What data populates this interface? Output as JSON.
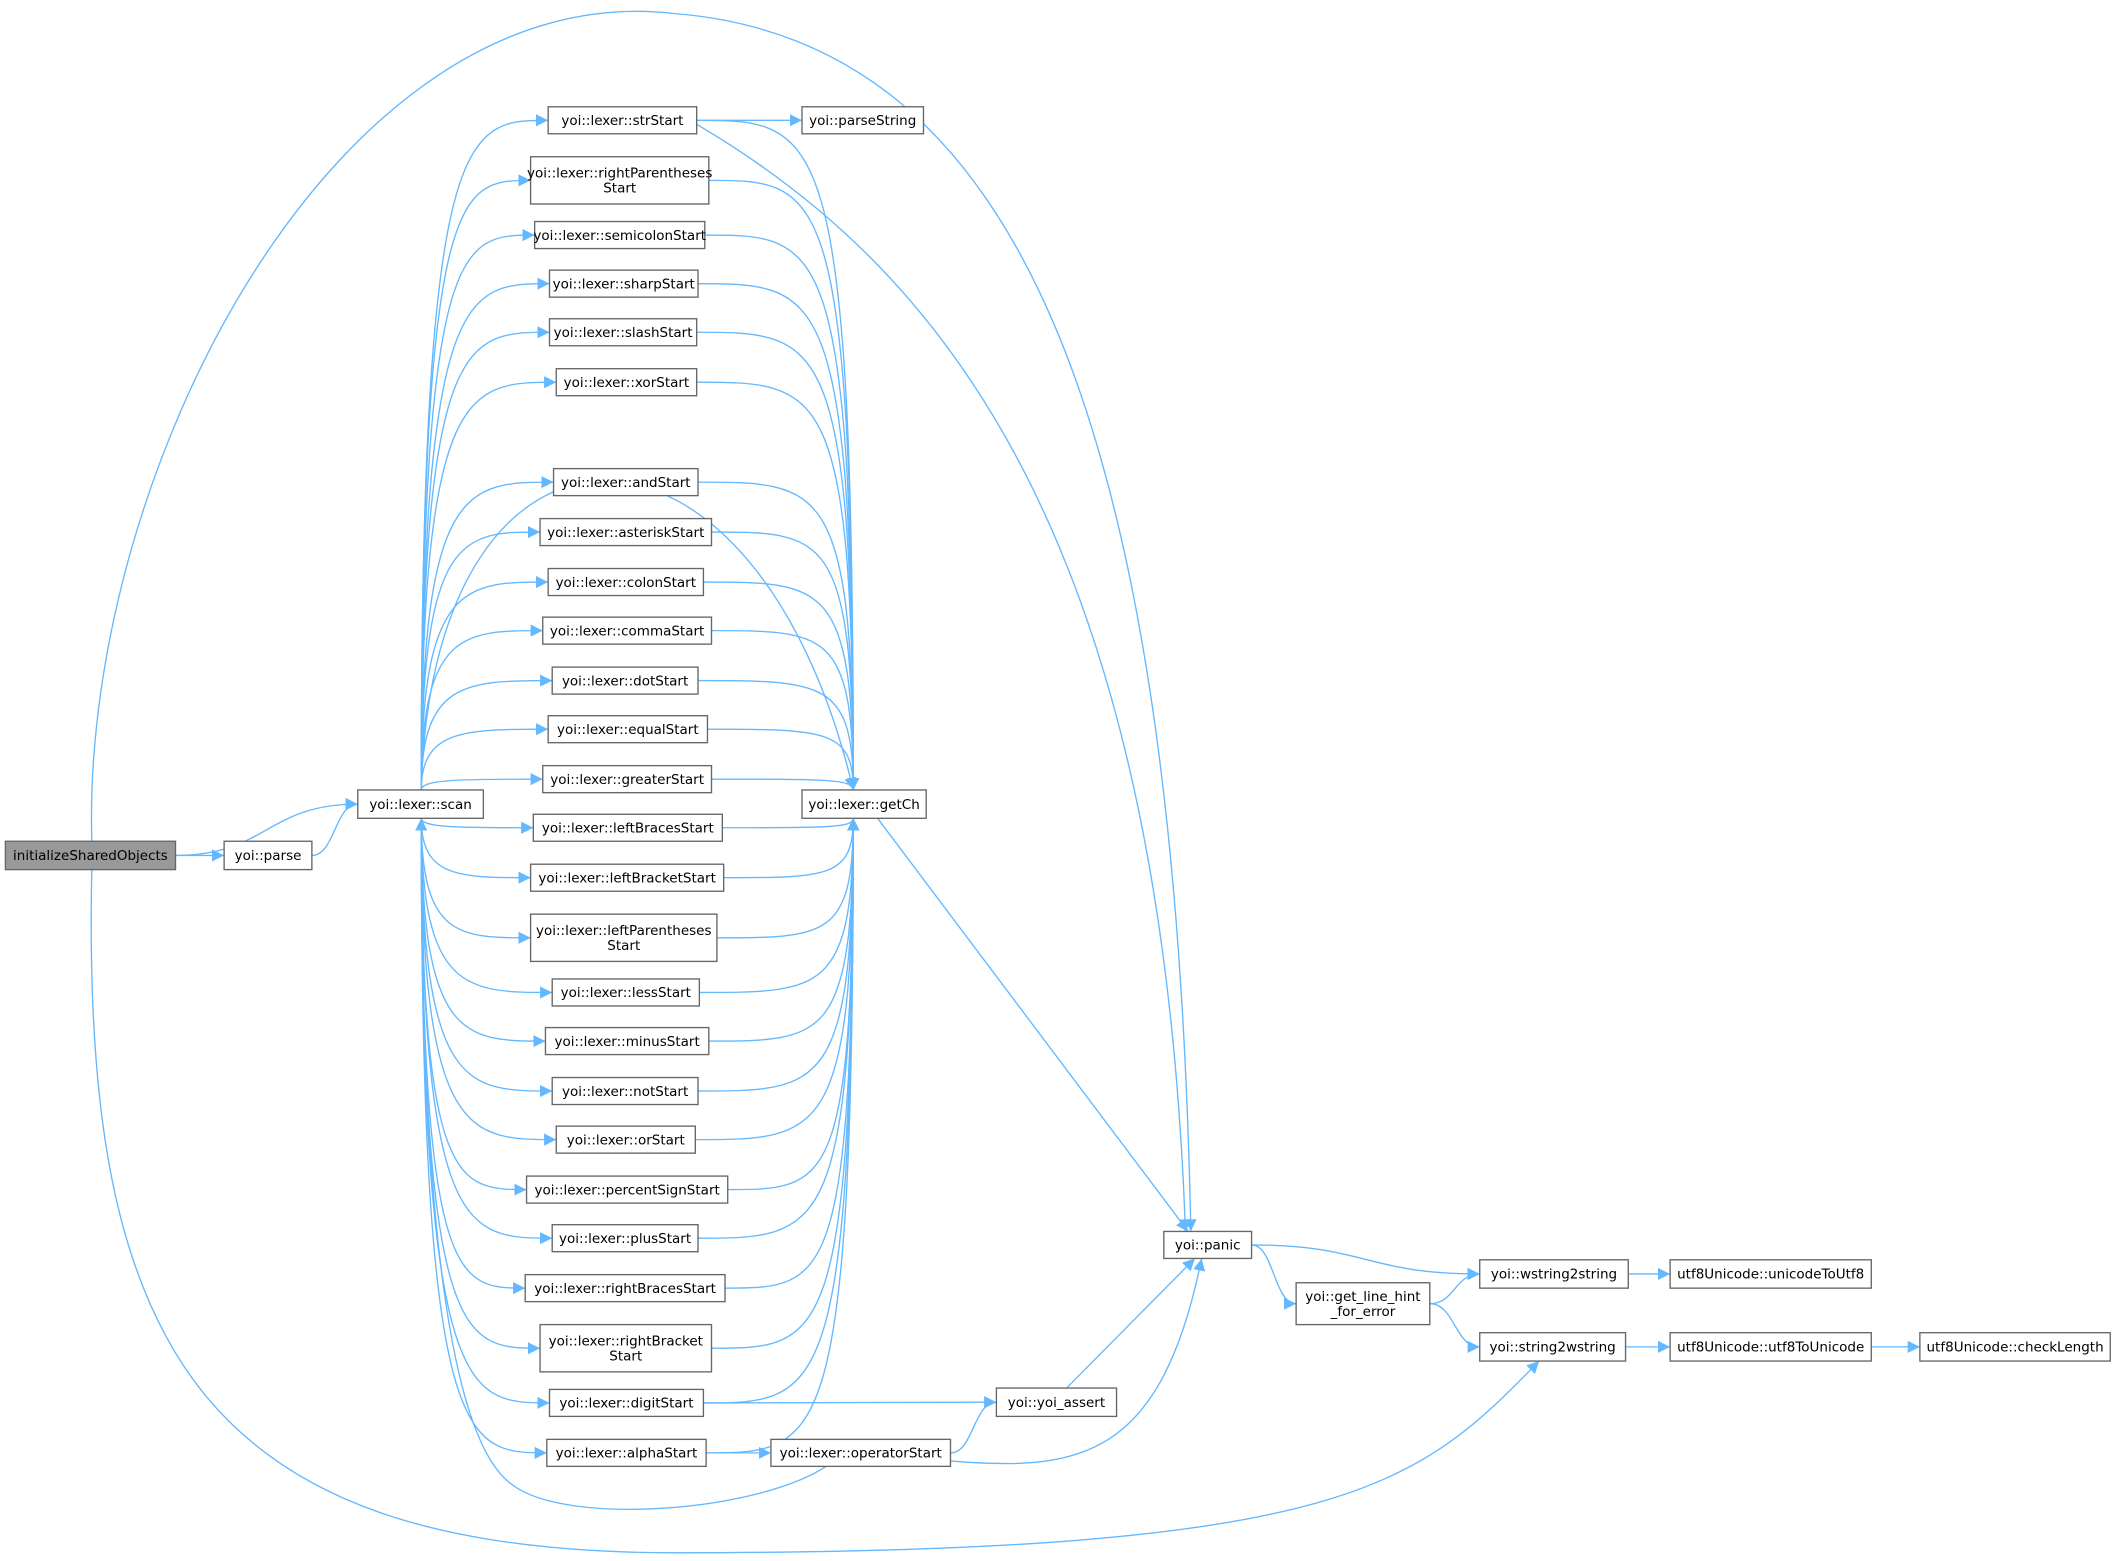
{
  "title": "call graph",
  "colors": {
    "edge": "#63b8ff",
    "node_border": "#666666",
    "root_fill": "#999999"
  },
  "nodes": [
    {
      "id": "init",
      "label": "initializeSharedObjects",
      "root": true
    },
    {
      "id": "parse",
      "label": "yoi::parse"
    },
    {
      "id": "scan",
      "label": "yoi::lexer::scan"
    },
    {
      "id": "strStart",
      "label": "yoi::lexer::strStart"
    },
    {
      "id": "parseString",
      "label": "yoi::parseString"
    },
    {
      "id": "rightPar",
      "label": "yoi::lexer::rightParentheses\nStart"
    },
    {
      "id": "semicolon",
      "label": "yoi::lexer::semicolonStart"
    },
    {
      "id": "sharp",
      "label": "yoi::lexer::sharpStart"
    },
    {
      "id": "slash",
      "label": "yoi::lexer::slashStart"
    },
    {
      "id": "xor",
      "label": "yoi::lexer::xorStart"
    },
    {
      "id": "and",
      "label": "yoi::lexer::andStart"
    },
    {
      "id": "asterisk",
      "label": "yoi::lexer::asteriskStart"
    },
    {
      "id": "colon",
      "label": "yoi::lexer::colonStart"
    },
    {
      "id": "comma",
      "label": "yoi::lexer::commaStart"
    },
    {
      "id": "dot",
      "label": "yoi::lexer::dotStart"
    },
    {
      "id": "equal",
      "label": "yoi::lexer::equalStart"
    },
    {
      "id": "greater",
      "label": "yoi::lexer::greaterStart"
    },
    {
      "id": "leftBraces",
      "label": "yoi::lexer::leftBracesStart"
    },
    {
      "id": "leftBracket",
      "label": "yoi::lexer::leftBracketStart"
    },
    {
      "id": "leftPar",
      "label": "yoi::lexer::leftParentheses\nStart"
    },
    {
      "id": "less",
      "label": "yoi::lexer::lessStart"
    },
    {
      "id": "minus",
      "label": "yoi::lexer::minusStart"
    },
    {
      "id": "not",
      "label": "yoi::lexer::notStart"
    },
    {
      "id": "or",
      "label": "yoi::lexer::orStart"
    },
    {
      "id": "percent",
      "label": "yoi::lexer::percentSignStart"
    },
    {
      "id": "plus",
      "label": "yoi::lexer::plusStart"
    },
    {
      "id": "rightBraces",
      "label": "yoi::lexer::rightBracesStart"
    },
    {
      "id": "rightBracket",
      "label": "yoi::lexer::rightBracket\nStart"
    },
    {
      "id": "digit",
      "label": "yoi::lexer::digitStart"
    },
    {
      "id": "alpha",
      "label": "yoi::lexer::alphaStart"
    },
    {
      "id": "getCh",
      "label": "yoi::lexer::getCh"
    },
    {
      "id": "operator",
      "label": "yoi::lexer::operatorStart"
    },
    {
      "id": "assert",
      "label": "yoi::yoi_assert"
    },
    {
      "id": "panic",
      "label": "yoi::panic"
    },
    {
      "id": "lineHint",
      "label": "yoi::get_line_hint\n_for_error"
    },
    {
      "id": "w2s",
      "label": "yoi::wstring2string"
    },
    {
      "id": "s2w",
      "label": "yoi::string2wstring"
    },
    {
      "id": "u2u8",
      "label": "utf8Unicode::unicodeToUtf8"
    },
    {
      "id": "u8tu",
      "label": "utf8Unicode::utf8ToUnicode"
    },
    {
      "id": "check",
      "label": "utf8Unicode::checkLength"
    }
  ],
  "edges": [
    [
      "init",
      "scan"
    ],
    [
      "init",
      "parse"
    ],
    [
      "parse",
      "scan"
    ],
    [
      "init",
      "panic"
    ],
    [
      "init",
      "s2w"
    ],
    [
      "scan",
      "strStart"
    ],
    [
      "scan",
      "rightPar"
    ],
    [
      "scan",
      "semicolon"
    ],
    [
      "scan",
      "sharp"
    ],
    [
      "scan",
      "slash"
    ],
    [
      "scan",
      "xor"
    ],
    [
      "scan",
      "and"
    ],
    [
      "scan",
      "asterisk"
    ],
    [
      "scan",
      "colon"
    ],
    [
      "scan",
      "comma"
    ],
    [
      "scan",
      "dot"
    ],
    [
      "scan",
      "equal"
    ],
    [
      "scan",
      "greater"
    ],
    [
      "scan",
      "leftBraces"
    ],
    [
      "scan",
      "leftBracket"
    ],
    [
      "scan",
      "leftPar"
    ],
    [
      "scan",
      "less"
    ],
    [
      "scan",
      "minus"
    ],
    [
      "scan",
      "not"
    ],
    [
      "scan",
      "or"
    ],
    [
      "scan",
      "percent"
    ],
    [
      "scan",
      "plus"
    ],
    [
      "scan",
      "rightBraces"
    ],
    [
      "scan",
      "rightBracket"
    ],
    [
      "scan",
      "digit"
    ],
    [
      "scan",
      "alpha"
    ],
    [
      "scan",
      "getCh"
    ],
    [
      "strStart",
      "parseString"
    ],
    [
      "strStart",
      "getCh"
    ],
    [
      "strStart",
      "panic"
    ],
    [
      "rightPar",
      "getCh"
    ],
    [
      "semicolon",
      "getCh"
    ],
    [
      "sharp",
      "getCh"
    ],
    [
      "slash",
      "getCh"
    ],
    [
      "xor",
      "getCh"
    ],
    [
      "and",
      "getCh"
    ],
    [
      "asterisk",
      "getCh"
    ],
    [
      "colon",
      "getCh"
    ],
    [
      "comma",
      "getCh"
    ],
    [
      "dot",
      "getCh"
    ],
    [
      "equal",
      "getCh"
    ],
    [
      "greater",
      "getCh"
    ],
    [
      "leftBraces",
      "getCh"
    ],
    [
      "leftBracket",
      "getCh"
    ],
    [
      "leftPar",
      "getCh"
    ],
    [
      "less",
      "getCh"
    ],
    [
      "minus",
      "getCh"
    ],
    [
      "not",
      "getCh"
    ],
    [
      "or",
      "getCh"
    ],
    [
      "percent",
      "getCh"
    ],
    [
      "plus",
      "getCh"
    ],
    [
      "rightBraces",
      "getCh"
    ],
    [
      "rightBracket",
      "getCh"
    ],
    [
      "digit",
      "getCh"
    ],
    [
      "alpha",
      "getCh"
    ],
    [
      "digit",
      "assert"
    ],
    [
      "alpha",
      "operator"
    ],
    [
      "operator",
      "assert"
    ],
    [
      "operator",
      "panic"
    ],
    [
      "operator",
      "scan"
    ],
    [
      "getCh",
      "panic"
    ],
    [
      "assert",
      "panic"
    ],
    [
      "panic",
      "w2s"
    ],
    [
      "panic",
      "lineHint"
    ],
    [
      "lineHint",
      "w2s"
    ],
    [
      "lineHint",
      "s2w"
    ],
    [
      "w2s",
      "u2u8"
    ],
    [
      "s2w",
      "u8tu"
    ],
    [
      "u8tu",
      "check"
    ]
  ]
}
